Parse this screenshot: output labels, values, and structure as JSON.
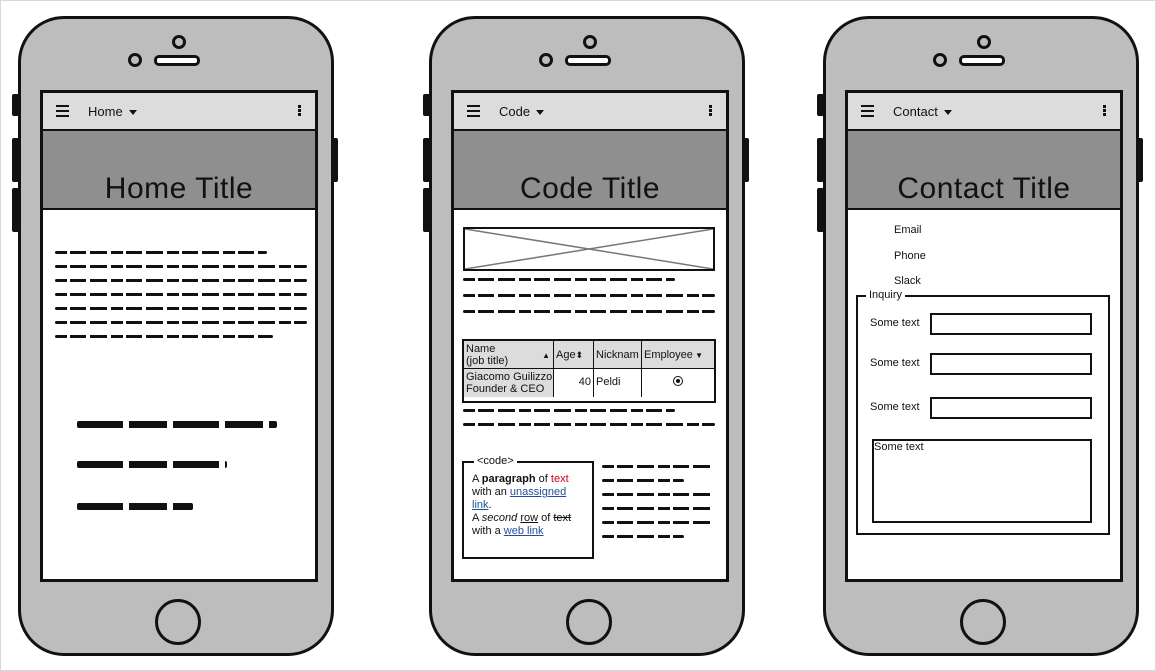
{
  "phones": {
    "home": {
      "nav_title": "Home",
      "hero_title": "Home Title"
    },
    "code": {
      "nav_title": "Code",
      "hero_title": "Code Title",
      "table": {
        "headers": [
          "Name\n(job title)",
          "Age",
          "Nicknam",
          "Employee"
        ],
        "row": {
          "name_line1": "Giacomo Guilizzo",
          "name_line2": "Founder & CEO",
          "age": "40",
          "nickname": "Peldi"
        }
      },
      "code_box": {
        "legend": "<code>",
        "p1_a": "A ",
        "p1_bold": "paragraph",
        "p1_b": " of ",
        "p1_red": "text",
        "p1_c": " with an ",
        "p1_link": "unassigned link",
        "p1_d": ".",
        "p2_a": "A ",
        "p2_italic": "second",
        "p2_b": " ",
        "p2_underline": "row",
        "p2_c": " of ",
        "p2_strike": "text",
        "p2_d": " with a ",
        "p2_link": "web link"
      }
    },
    "contact": {
      "nav_title": "Contact",
      "hero_title": "Contact Title",
      "links": [
        "Email",
        "Phone",
        "Slack"
      ],
      "inquiry": {
        "legend": "Inquiry",
        "field_labels": [
          "Some text",
          "Some text",
          "Some text"
        ],
        "textarea_text": "Some text"
      }
    }
  }
}
